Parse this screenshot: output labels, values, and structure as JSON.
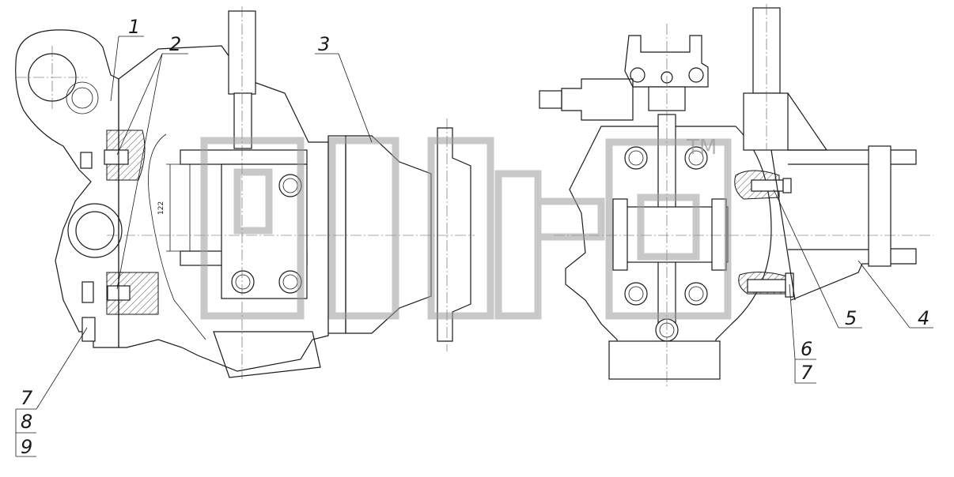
{
  "callouts": {
    "c1": "1",
    "c2": "2",
    "c3": "3",
    "c4": "4",
    "c5": "5",
    "c6": "6",
    "c7_right": "7",
    "c7_left": "7",
    "c8": "8",
    "c9": "9"
  },
  "dimension": {
    "value": "122"
  },
  "watermark": {
    "trademark": "TM"
  },
  "colors": {
    "line": "#1a1a1a",
    "watermark": "#9a9a9a",
    "background": "#ffffff"
  }
}
